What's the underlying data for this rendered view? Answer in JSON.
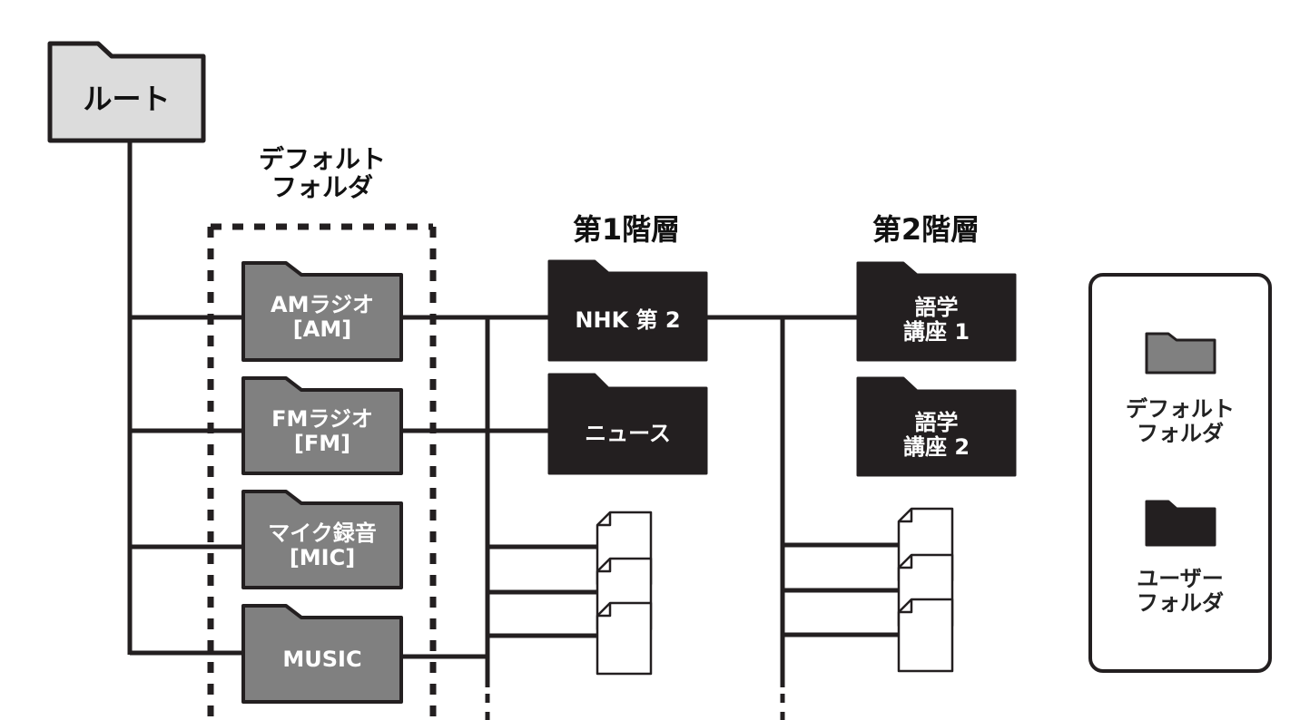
{
  "diagram": {
    "root": {
      "label": "ルート"
    },
    "default_group": {
      "heading_line1": "デフォルト",
      "heading_line2": "フォルダ"
    },
    "default_folders": [
      {
        "line1": "AMラジオ",
        "line2": "[AM]"
      },
      {
        "line1": "FMラジオ",
        "line2": "[FM]"
      },
      {
        "line1": "マイク録音",
        "line2": "[MIC]"
      },
      {
        "line1": "MUSIC",
        "line2": ""
      }
    ],
    "level1": {
      "heading": "第1階層",
      "folders": [
        {
          "line1": "NHK 第 2",
          "line2": ""
        },
        {
          "line1": "ニュース",
          "line2": ""
        }
      ]
    },
    "level2": {
      "heading": "第2階層",
      "folders": [
        {
          "line1": "語学",
          "line2": "講座 1"
        },
        {
          "line1": "語学",
          "line2": "講座 2"
        }
      ]
    },
    "legend": {
      "default_line1": "デフォルト",
      "default_line2": "フォルダ",
      "user_line1": "ユーザー",
      "user_line2": "フォルダ"
    },
    "colors": {
      "root_fill": "#dcdcdc",
      "default_fill": "#808080",
      "user_fill": "#231f20",
      "line": "#231f20"
    }
  }
}
